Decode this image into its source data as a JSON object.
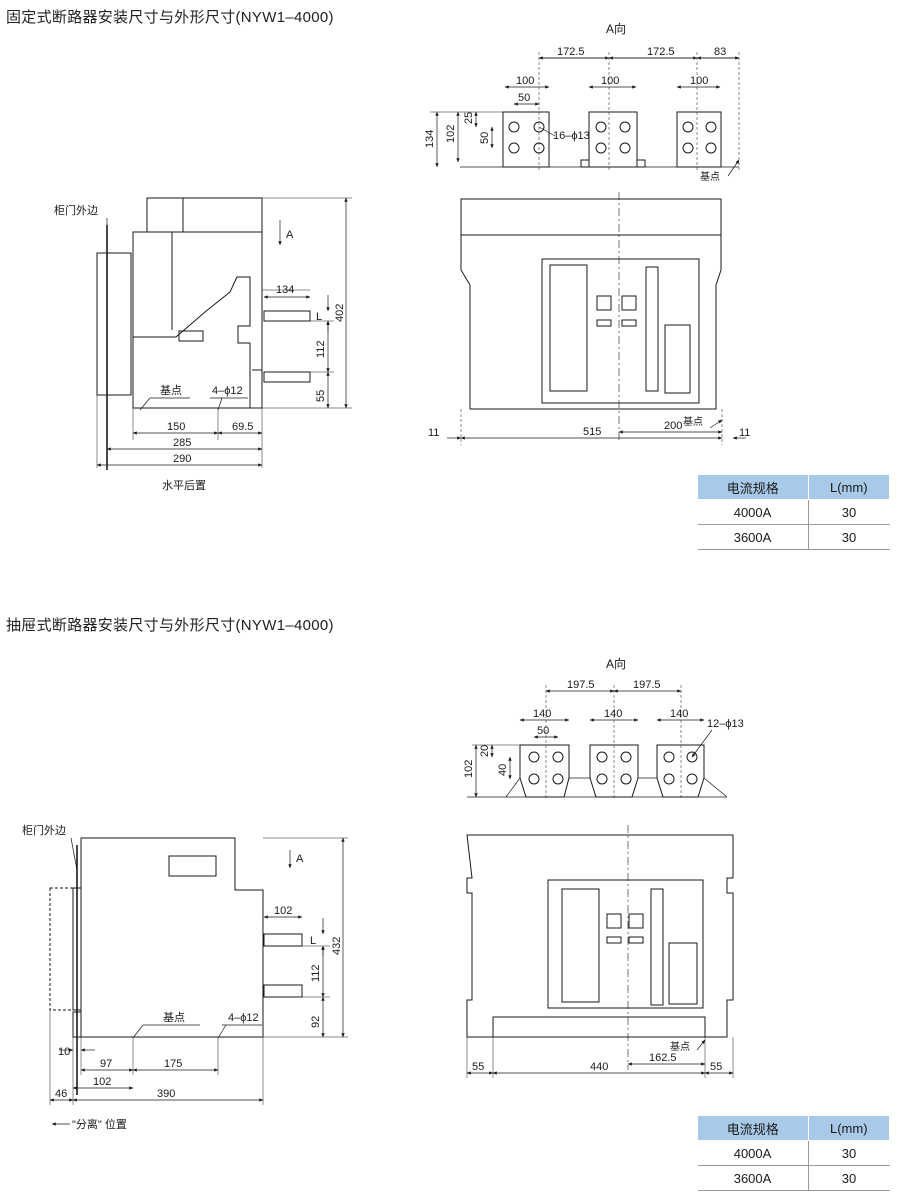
{
  "section1": {
    "title": "固定式断路器安装尺寸与外形尺寸(NYW1–4000)",
    "view_label": "A向",
    "cabinet_door_label": "柜门外边",
    "arrow_label": "A",
    "base_point_label": "基点",
    "hole_label": "4–ϕ12",
    "bolt_label": "16–ϕ13",
    "L_label": "L",
    "caption": "水平后置",
    "dims": {
      "top_pitch_1": "172.5",
      "top_pitch_2": "172.5",
      "top_edge": "83",
      "bar_w1": "100",
      "bar_w2": "100",
      "bar_w3": "100",
      "hole_pitch": "50",
      "v_134": "134",
      "v_102": "102",
      "v_25": "25",
      "v_50": "50",
      "side_134": "134",
      "side_402": "402",
      "side_112": "112",
      "side_55": "55",
      "side_150": "150",
      "side_69_5": "69.5",
      "side_285": "285",
      "side_290": "290",
      "front_11a": "11",
      "front_515": "515",
      "front_200": "200",
      "front_11b": "11"
    },
    "table": {
      "headers": [
        "电流规格",
        "L(mm)"
      ],
      "rows": [
        [
          "4000A",
          "30"
        ],
        [
          "3600A",
          "30"
        ]
      ]
    }
  },
  "section2": {
    "title": "抽屉式断路器安装尺寸与外形尺寸(NYW1–4000)",
    "view_label": "A向",
    "cabinet_door_label": "柜门外边",
    "arrow_label": "A",
    "base_point_label": "基点",
    "hole_label": "4–ϕ12",
    "bolt_label": "12–ϕ13",
    "L_label": "L",
    "caption": "\"分离\" 位置",
    "dims": {
      "top_pitch_1": "197.5",
      "top_pitch_2": "197.5",
      "bar_w1": "140",
      "bar_w2": "140",
      "bar_w3": "140",
      "hole_pitch": "50",
      "v_102": "102",
      "v_20": "20",
      "v_40": "40",
      "side_102": "102",
      "side_432": "432",
      "side_112": "112",
      "side_92": "92",
      "side_10": "10",
      "side_97": "97",
      "side_175": "175",
      "side_102b": "102",
      "side_46": "46",
      "side_390": "390",
      "front_55a": "55",
      "front_440": "440",
      "front_162_5": "162.5",
      "front_55b": "55"
    },
    "table": {
      "headers": [
        "电流规格",
        "L(mm)"
      ],
      "rows": [
        [
          "4000A",
          "30"
        ],
        [
          "3600A",
          "30"
        ]
      ]
    }
  }
}
